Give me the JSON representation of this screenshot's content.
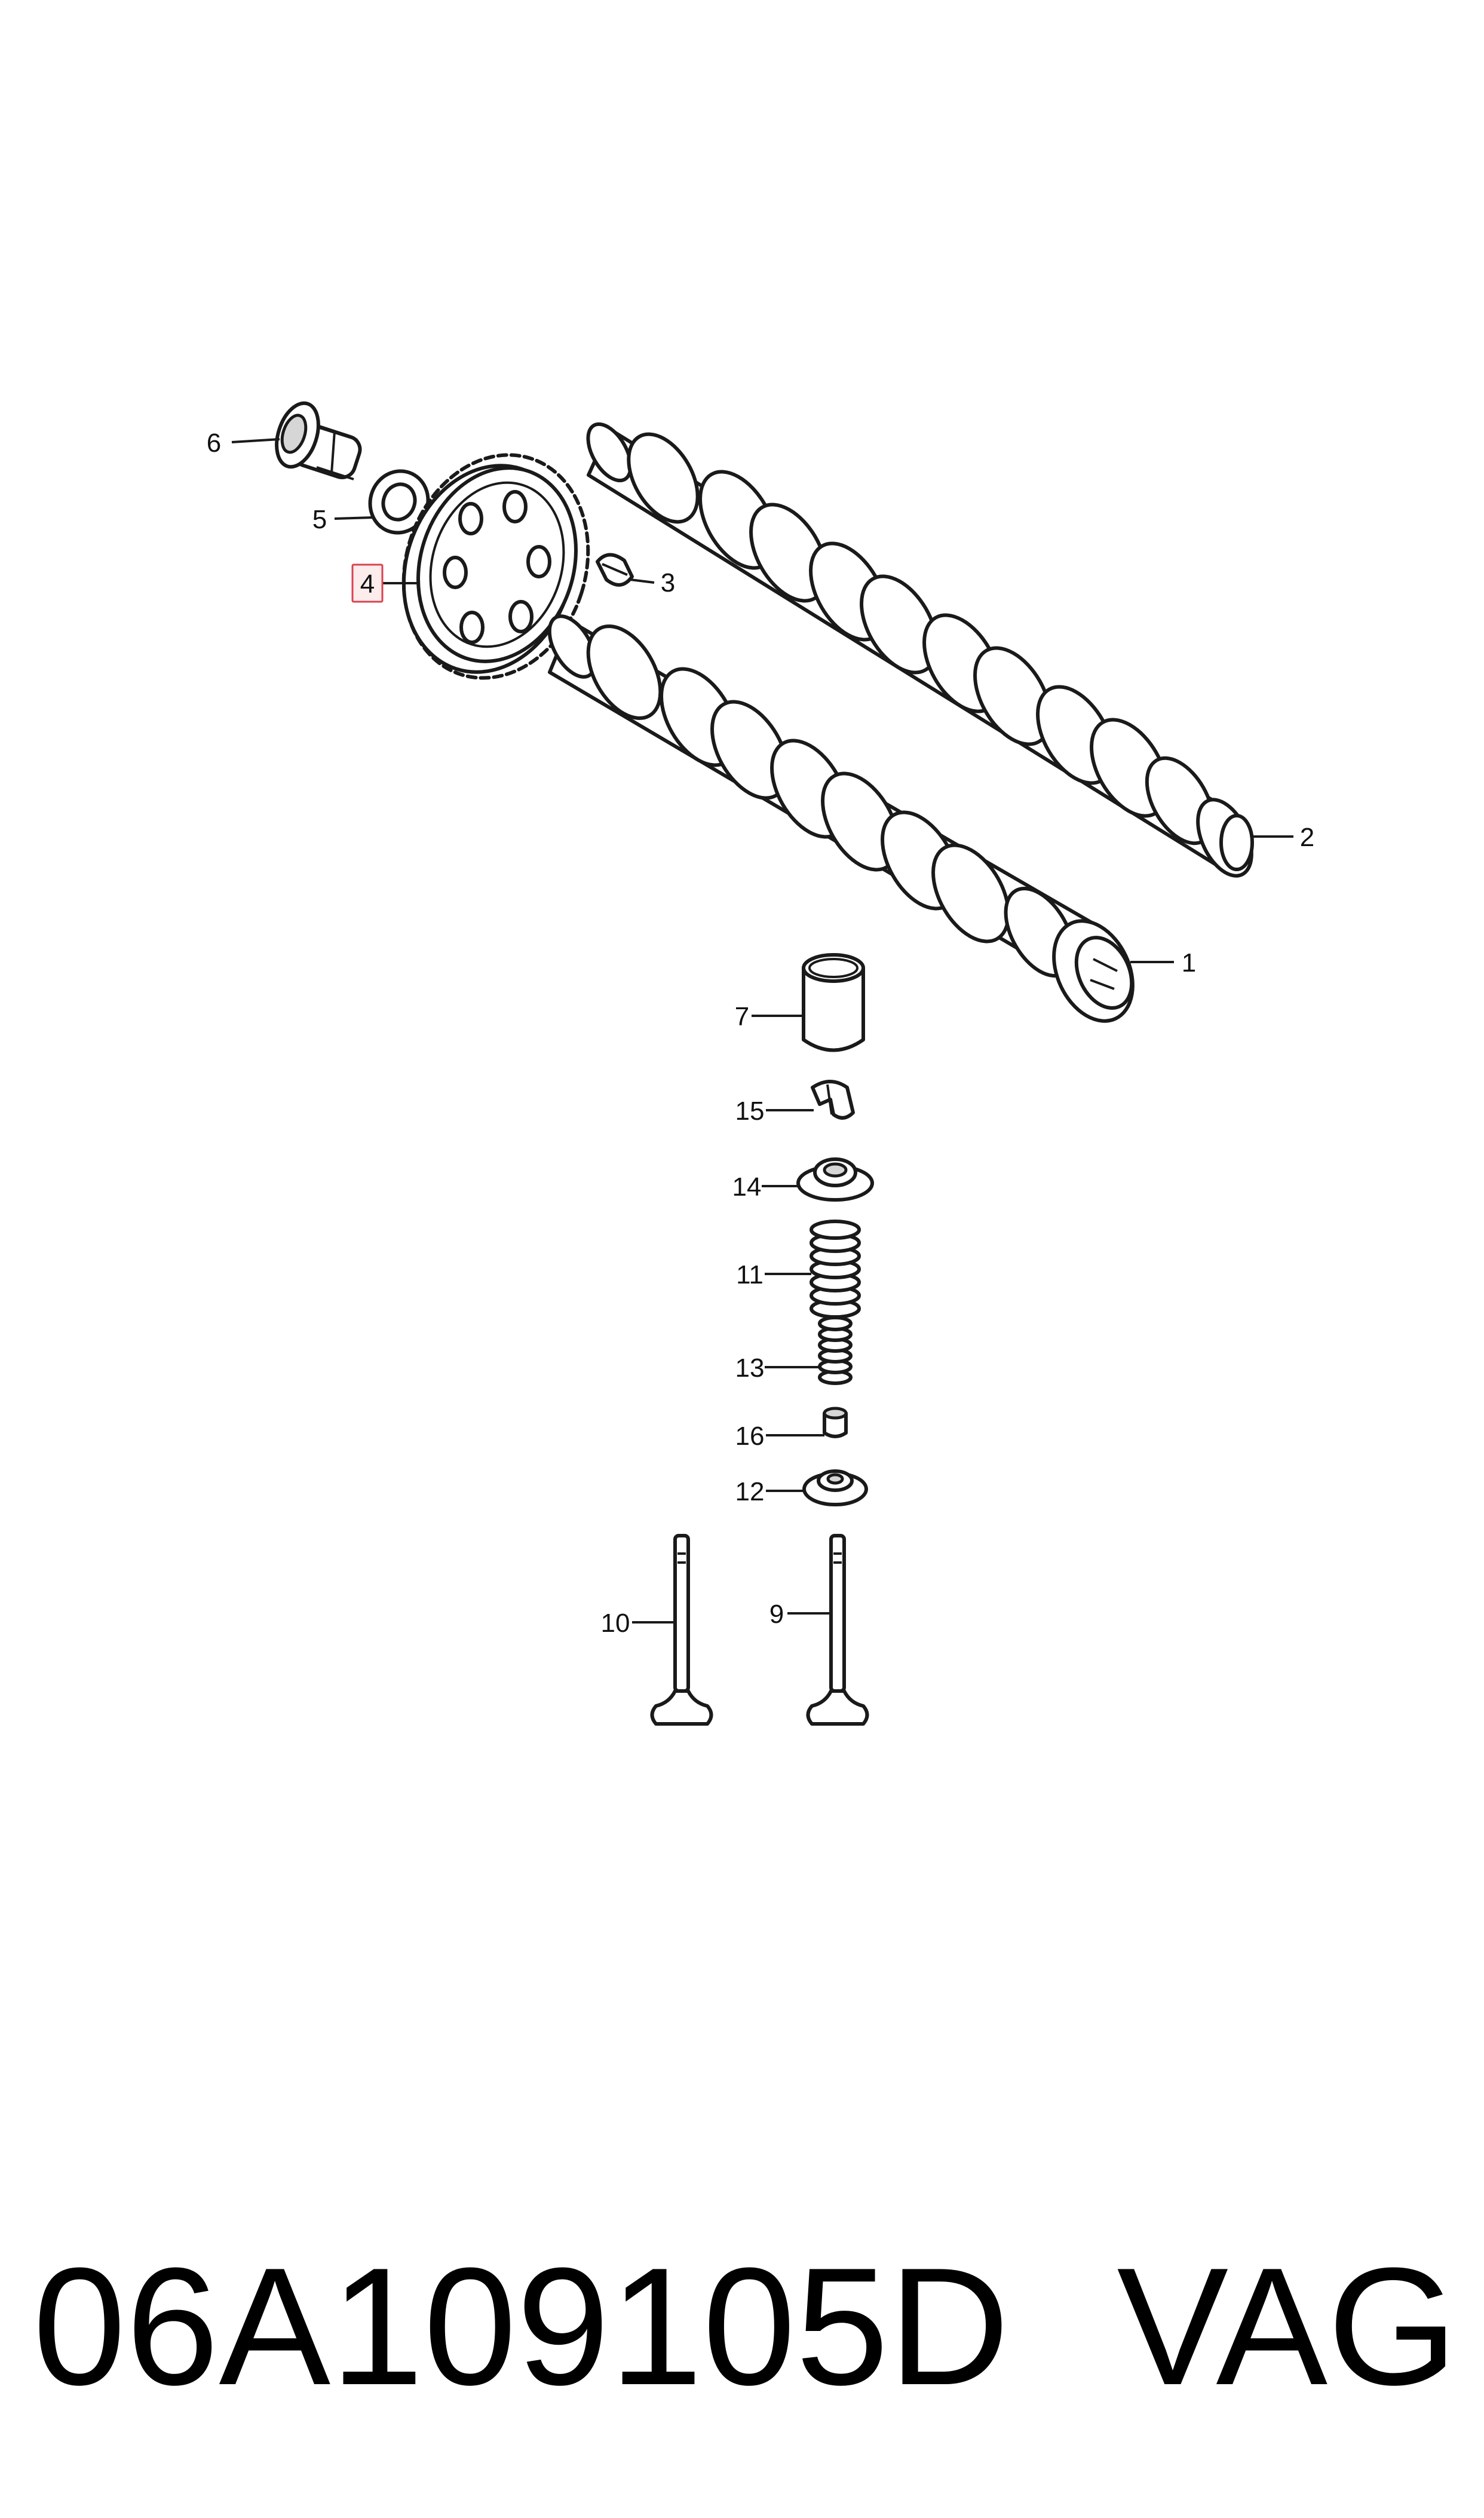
{
  "diagram": {
    "callouts": [
      {
        "id": "1",
        "label": "1",
        "part": "exhaust camshaft"
      },
      {
        "id": "2",
        "label": "2",
        "part": "intake camshaft"
      },
      {
        "id": "3",
        "label": "3",
        "part": "woodruff key"
      },
      {
        "id": "4",
        "label": "4",
        "part": "camshaft sprocket",
        "highlighted": true
      },
      {
        "id": "5",
        "label": "5",
        "part": "washer"
      },
      {
        "id": "6",
        "label": "6",
        "part": "bolt"
      },
      {
        "id": "7",
        "label": "7",
        "part": "bucket tappet"
      },
      {
        "id": "9",
        "label": "9",
        "part": "intake valve"
      },
      {
        "id": "10",
        "label": "10",
        "part": "exhaust valve"
      },
      {
        "id": "11",
        "label": "11",
        "part": "outer valve spring"
      },
      {
        "id": "12",
        "label": "12",
        "part": "lower spring seat"
      },
      {
        "id": "13",
        "label": "13",
        "part": "inner valve spring"
      },
      {
        "id": "14",
        "label": "14",
        "part": "upper spring retainer"
      },
      {
        "id": "15",
        "label": "15",
        "part": "valve cotters"
      },
      {
        "id": "16",
        "label": "16",
        "part": "valve stem seal"
      }
    ],
    "highlight_color": "#d9434f"
  },
  "caption": {
    "part_number": "06A109105D",
    "brand": "VAG"
  }
}
